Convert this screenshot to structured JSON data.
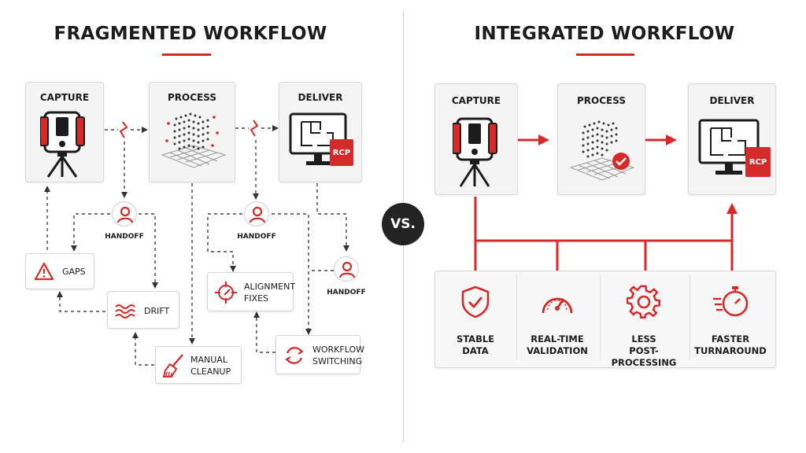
{
  "left": {
    "title": "FRAGMENTED WORKFLOW",
    "stages": [
      {
        "label": "CAPTURE"
      },
      {
        "label": "PROCESS"
      },
      {
        "label": "DELIVER",
        "badge": "RCP"
      }
    ],
    "handoffs": [
      "HANDOFF",
      "HANDOFF",
      "HANDOFF"
    ],
    "issues": {
      "gaps": "GAPS",
      "drift": "DRIFT",
      "manual_cleanup": "MANUAL\nCLEANUP",
      "alignment_fixes": "ALIGNMENT\nFIXES",
      "workflow_switching": "WORKFLOW\nSWITCHING"
    }
  },
  "vs_label": "VS.",
  "right": {
    "title": "INTEGRATED WORKFLOW",
    "stages": [
      {
        "label": "CAPTURE"
      },
      {
        "label": "PROCESS"
      },
      {
        "label": "DELIVER",
        "badge": "RCP"
      }
    ],
    "benefits": [
      {
        "label": "STABLE\nDATA",
        "icon": "shield-check-icon"
      },
      {
        "label": "REAL-TIME\nVALIDATION",
        "icon": "gauge-icon"
      },
      {
        "label": "LESS\nPOST-PROCESSING",
        "icon": "gear-icon"
      },
      {
        "label": "FASTER\nTURNAROUND",
        "icon": "stopwatch-icon"
      }
    ]
  },
  "colors": {
    "accent": "#d42a2a",
    "dark": "#1c1c1c",
    "card_bg": "#f4f4f4"
  }
}
